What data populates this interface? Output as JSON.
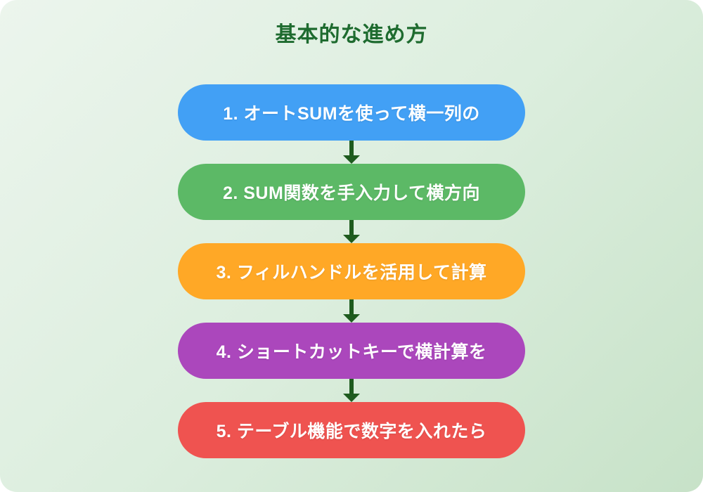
{
  "title": "基本的な進め方",
  "colors": {
    "background_start": "#ECF5ED",
    "background_end": "#C7E2C8",
    "title": "#1E6B2F",
    "arrow": "#1E5B1E",
    "step_text": "#FFFFFF"
  },
  "steps": [
    {
      "label": "1. オートSUMを使って横一列の",
      "color": "#42A0F5"
    },
    {
      "label": "2. SUM関数を手入力して横方向",
      "color": "#5CB966"
    },
    {
      "label": "3. フィルハンドルを活用して計算",
      "color": "#FFA826"
    },
    {
      "label": "4. ショートカットキーで横計算を",
      "color": "#AB47BC"
    },
    {
      "label": "5. テーブル機能で数字を入れたら",
      "color": "#EF5350"
    }
  ]
}
